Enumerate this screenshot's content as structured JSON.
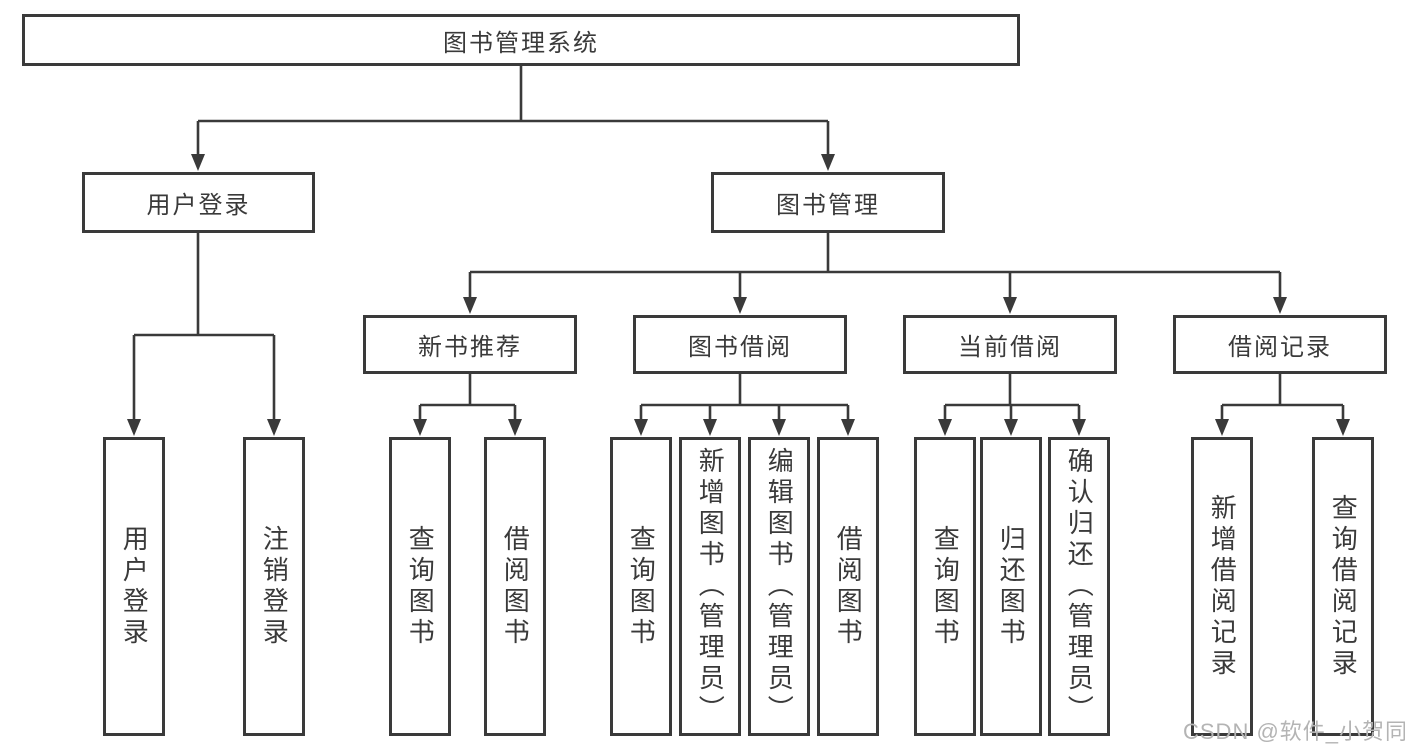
{
  "diagram": {
    "root": {
      "label": "图书管理系统"
    },
    "branches": [
      {
        "label": "用户登录",
        "children": [
          {
            "label": "用户登录"
          },
          {
            "label": "注销登录"
          }
        ]
      },
      {
        "label": "图书管理",
        "children": [
          {
            "label": "新书推荐",
            "children": [
              {
                "label": "查询图书"
              },
              {
                "label": "借阅图书"
              }
            ]
          },
          {
            "label": "图书借阅",
            "children": [
              {
                "label": "查询图书"
              },
              {
                "label": "新增图书（管理员）"
              },
              {
                "label": "编辑图书（管理员）"
              },
              {
                "label": "借阅图书"
              }
            ]
          },
          {
            "label": "当前借阅",
            "children": [
              {
                "label": "查询图书"
              },
              {
                "label": "归还图书"
              },
              {
                "label": "确认归还（管理员）"
              }
            ]
          },
          {
            "label": "借阅记录",
            "children": [
              {
                "label": "新增借阅记录"
              },
              {
                "label": "查询借阅记录"
              }
            ]
          }
        ]
      }
    ]
  },
  "watermark": {
    "text": "CSDN @软件_小贺同学"
  },
  "colors": {
    "line": "#3a3a3a",
    "box_border": "#3a3a3a",
    "text": "#3a3a3a",
    "background": "#ffffff",
    "watermark": "#b4b4b4"
  }
}
